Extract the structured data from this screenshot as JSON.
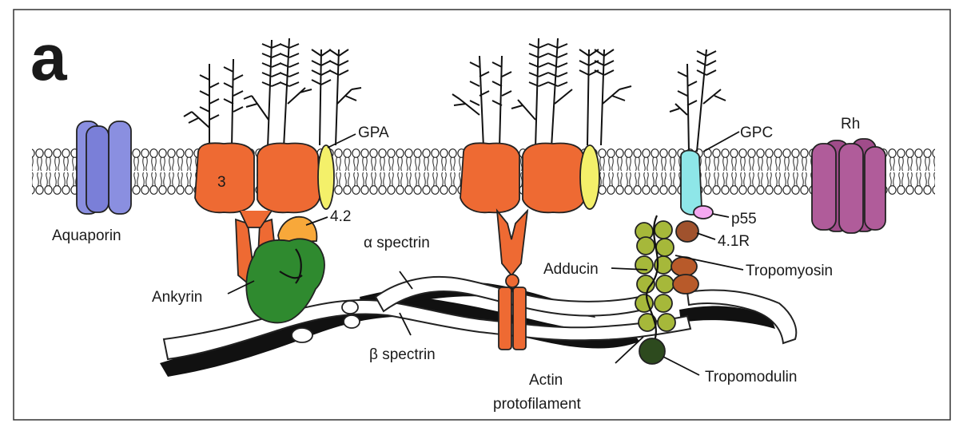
{
  "figure": {
    "panel_letter": "a",
    "labels": {
      "aquaporin": "Aquaporin",
      "band3": "3",
      "gpa": "GPA",
      "band42": "4.2",
      "ankyrin": "Ankyrin",
      "alpha_spectrin": "α spectrin",
      "beta_spectrin": "β spectrin",
      "gpc": "GPC",
      "rh": "Rh",
      "p55": "p55",
      "protein41r": "4.1R",
      "adducin": "Adducin",
      "tropomyosin": "Tropomyosin",
      "actin_line1": "Actin",
      "actin_line2": "protofilament",
      "tropomodulin": "Tropomodulin"
    },
    "colors": {
      "aquaporin": "#8a8fe0",
      "band3": "#ee6a33",
      "glycophorin_a": "#f4f06a",
      "band42": "#f8a83a",
      "ankyrin": "#2f8a2f",
      "gpc": "#8ee6e8",
      "p55": "#f4a8f0",
      "protein41r": "#a0522d",
      "adducin": "#b85a2a",
      "actin": "#a6b83a",
      "tropomodulin": "#2d4a1e",
      "rh": "#a04c8a",
      "spectrin": "#ffffff",
      "membrane": "#ffffff"
    }
  }
}
